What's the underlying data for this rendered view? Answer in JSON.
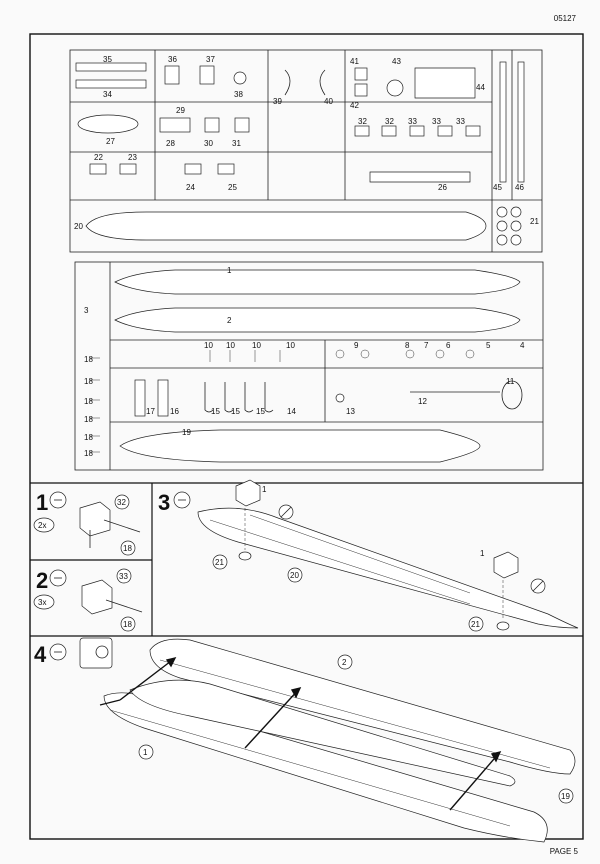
{
  "doc_code": "05127",
  "page_label": "PAGE 5",
  "sprue_part_numbers": [
    "35",
    "34",
    "36",
    "37",
    "38",
    "39",
    "40",
    "41",
    "43",
    "42",
    "44",
    "29",
    "27",
    "28",
    "30",
    "31",
    "32",
    "32",
    "33",
    "33",
    "33",
    "22",
    "23",
    "24",
    "25",
    "26",
    "45",
    "46",
    "20",
    "21",
    "1",
    "3",
    "2",
    "10",
    "10",
    "10",
    "10",
    "9",
    "8",
    "7",
    "6",
    "5",
    "4",
    "18",
    "18",
    "18",
    "18",
    "18",
    "18",
    "17",
    "16",
    "15",
    "15",
    "15",
    "14",
    "13",
    "12",
    "11",
    "19"
  ],
  "steps": [
    {
      "number": "1",
      "multiplier": "2x",
      "parts": [
        "32",
        "18"
      ]
    },
    {
      "number": "2",
      "multiplier": "3x",
      "parts": [
        "33",
        "18"
      ]
    },
    {
      "number": "3",
      "parts": [
        "1",
        "21",
        "20",
        "1",
        "21"
      ]
    },
    {
      "number": "4",
      "parts": [
        "2",
        "1",
        "19"
      ]
    }
  ]
}
